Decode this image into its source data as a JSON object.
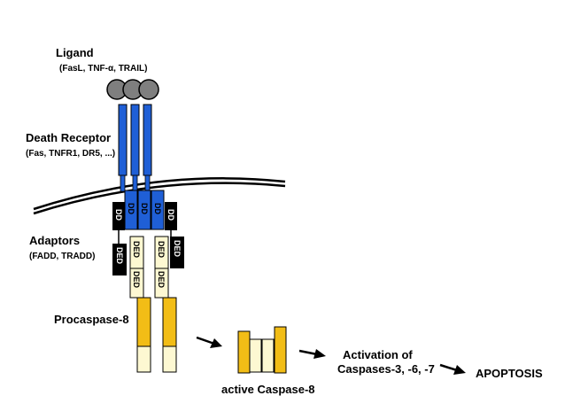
{
  "labels": {
    "ligand_title": "Ligand",
    "ligand_sub": "(FasL, TNF-α, TRAIL)",
    "receptor_title": "Death Receptor",
    "receptor_sub": "(Fas, TNFR1, DR5, ...)",
    "adaptors_title": "Adaptors",
    "adaptors_sub": "(FADD, TRADD)",
    "procaspase": "Procaspase-8",
    "active_caspase": "active Caspase-8",
    "activation_line1": "Activation of",
    "activation_line2": "Caspases-3, -6, -7",
    "apoptosis": "APOPTOSIS"
  },
  "domains": {
    "dd": "DD",
    "ded": "DED"
  },
  "colors": {
    "receptor_blue": "#1f5fd6",
    "ligand_gray": "#7f7f7f",
    "caspase_orange": "#f2bd16",
    "pale_yellow": "#fdf8d2",
    "domain_black": "#000000"
  }
}
